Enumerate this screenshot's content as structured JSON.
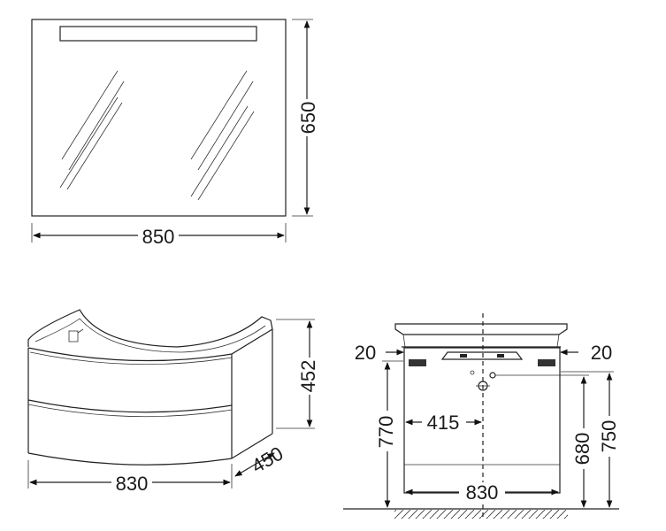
{
  "mirror": {
    "width_label": "850",
    "height_label": "650"
  },
  "vanity": {
    "width_label": "830",
    "depth_label": "450",
    "height_label": "452"
  },
  "front": {
    "left_offset_label": "20",
    "right_offset_label": "20",
    "drain_offset_label": "415",
    "total_height_label": "770",
    "drain_height_label": "680",
    "top_height_label": "750",
    "width_label": "830"
  },
  "colors": {
    "line": "#222222",
    "background": "#ffffff"
  }
}
